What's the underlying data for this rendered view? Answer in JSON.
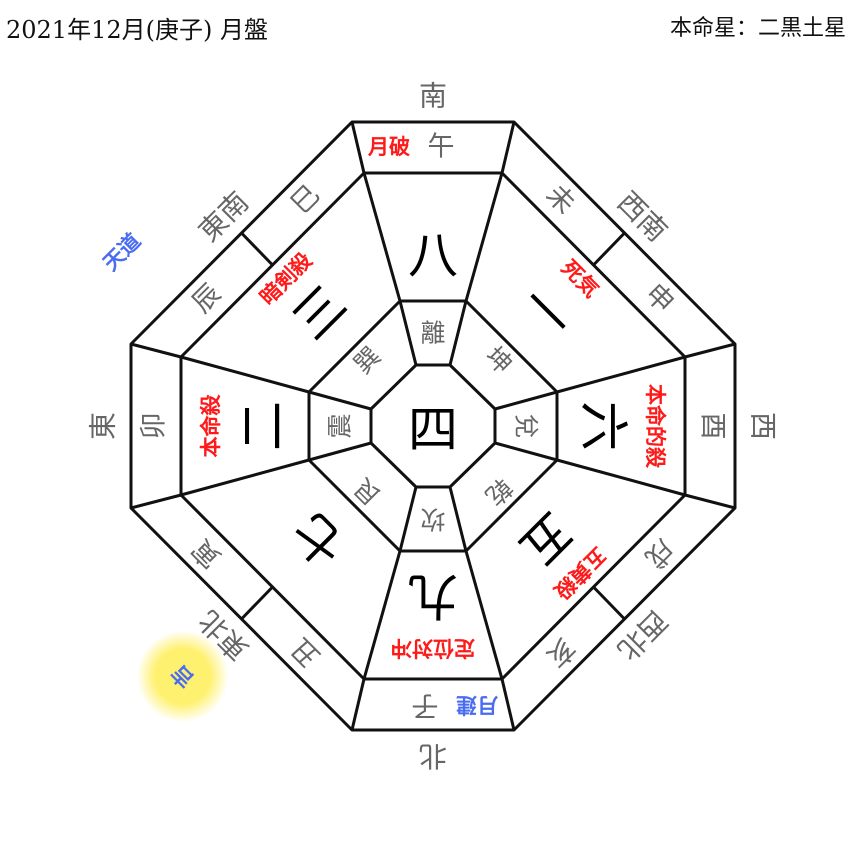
{
  "header": {
    "title": "2021年12月(庚子) 月盤",
    "honmeisei": "本命星：二黒土星"
  },
  "center_star": "四",
  "colors": {
    "red": "#ff1a1a",
    "blue": "#4a6cf0",
    "gray": "#666666",
    "glow": "#fff170"
  },
  "sectors": [
    {
      "compass": "南",
      "branches": [
        "午"
      ],
      "ring_label": {
        "text": "月破",
        "color": "red"
      },
      "trigram": "離",
      "star": "八",
      "star_label": null
    },
    {
      "compass": "西南",
      "branches": [
        "未",
        "申"
      ],
      "trigram": "坤",
      "star": "一",
      "star_label": {
        "text": "死気",
        "color": "red"
      }
    },
    {
      "compass": "西",
      "branches": [
        "酉"
      ],
      "trigram": "兌",
      "star": "六",
      "star_label": {
        "text": "本命的殺",
        "color": "red"
      }
    },
    {
      "compass": "西北",
      "branches": [
        "戌",
        "亥"
      ],
      "trigram": "乾",
      "star": "五",
      "star_label": {
        "text": "五黄殺",
        "color": "red"
      }
    },
    {
      "compass": "北",
      "branches": [
        "子"
      ],
      "ring_label": {
        "text": "月建",
        "color": "blue"
      },
      "trigram": "坎",
      "star": "九",
      "star_label": {
        "text": "定位対冲",
        "color": "red"
      }
    },
    {
      "compass": "東北",
      "branches": [
        "丑",
        "寅"
      ],
      "trigram": "艮",
      "star": "七",
      "star_label": null,
      "outer_mark": {
        "text": "吉",
        "color": "blue",
        "glow": true
      }
    },
    {
      "compass": "東",
      "branches": [
        "卯"
      ],
      "trigram": "震",
      "star": "二",
      "star_label": {
        "text": "本命殺",
        "color": "red"
      }
    },
    {
      "compass": "東南",
      "branches": [
        "辰",
        "巳"
      ],
      "trigram": "巽",
      "star": "三",
      "star_label": {
        "text": "暗剣殺",
        "color": "red"
      },
      "outer_mark": {
        "text": "天道",
        "color": "blue",
        "glow": false
      }
    }
  ]
}
